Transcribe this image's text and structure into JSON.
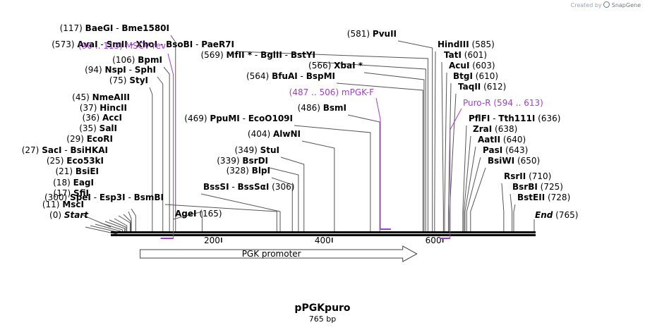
{
  "credit": {
    "prefix": "Created by",
    "brand": "SnapGene"
  },
  "title": "pPGKpuro",
  "length_label": "765 bp",
  "colors": {
    "primer": "#a23ccf",
    "line": "#555555",
    "backbone": "#000000"
  },
  "scale_ticks": [
    "200",
    "400",
    "600"
  ],
  "features": [
    {
      "label": "PGK promoter",
      "start": 53,
      "end": 553,
      "direction": "forward"
    }
  ],
  "primers": [
    {
      "name": "MSCV-rev",
      "range": "(90 .. 113)",
      "start": 90,
      "end": 113
    },
    {
      "name": "mPGK-F",
      "range": "(487 .. 506)",
      "start": 487,
      "end": 506
    },
    {
      "name": "Puro-R",
      "range": "(594 .. 613)",
      "start": 594,
      "end": 613
    }
  ],
  "sites": [
    {
      "group": "(0)",
      "names": [
        "Start"
      ],
      "pos": 0
    },
    {
      "group": "(11)",
      "names": [
        "MscI"
      ],
      "pos": 11
    },
    {
      "group": "(17)",
      "names": [
        "SfiI"
      ],
      "pos": 17
    },
    {
      "group": "(18)",
      "names": [
        "EagI"
      ],
      "pos": 18
    },
    {
      "group": "(21)",
      "names": [
        "BsiEI"
      ],
      "pos": 21
    },
    {
      "group": "(25)",
      "names": [
        "Eco53kI"
      ],
      "pos": 25
    },
    {
      "group": "(27)",
      "names": [
        "SacI",
        "BsiHKAI"
      ],
      "pos": 27
    },
    {
      "group": "(29)",
      "names": [
        "EcoRI"
      ],
      "pos": 29
    },
    {
      "group": "(35)",
      "names": [
        "SalI"
      ],
      "pos": 35
    },
    {
      "group": "(36)",
      "names": [
        "AccI"
      ],
      "pos": 36
    },
    {
      "group": "(37)",
      "names": [
        "HincII"
      ],
      "pos": 37
    },
    {
      "group": "(45)",
      "names": [
        "NmeAIII"
      ],
      "pos": 45
    },
    {
      "group": "(75)",
      "names": [
        "StyI"
      ],
      "pos": 75
    },
    {
      "group": "(94)",
      "names": [
        "NspI",
        "SphI"
      ],
      "pos": 94
    },
    {
      "group": "(106)",
      "names": [
        "BpmI"
      ],
      "pos": 106
    },
    {
      "group": "(117)",
      "names": [
        "BaeGI",
        "Bme1580I"
      ],
      "pos": 117
    },
    {
      "group": "(165)",
      "names": [
        "AgeI"
      ],
      "pos": 165
    },
    {
      "group": "(300)",
      "names": [
        "SpeI",
        "Esp3I",
        "BsmBI"
      ],
      "pos": 300
    },
    {
      "group": "(306)",
      "names": [
        "BssSI",
        "BssSαI"
      ],
      "pos": 306
    },
    {
      "group": "(328)",
      "names": [
        "BlpI"
      ],
      "pos": 328
    },
    {
      "group": "(339)",
      "names": [
        "BsrDI"
      ],
      "pos": 339
    },
    {
      "group": "(349)",
      "names": [
        "StuI"
      ],
      "pos": 349
    },
    {
      "group": "(404)",
      "names": [
        "AlwNI"
      ],
      "pos": 404
    },
    {
      "group": "(469)",
      "names": [
        "PpuMI",
        "EcoO109I"
      ],
      "pos": 469
    },
    {
      "group": "(486)",
      "names": [
        "BsmI"
      ],
      "pos": 486
    },
    {
      "group": "(564)",
      "names": [
        "BfuAI",
        "BspMI"
      ],
      "pos": 564
    },
    {
      "group": "(566)",
      "names": [
        "XbaI *"
      ],
      "pos": 566
    },
    {
      "group": "(569)",
      "names": [
        "MfII *",
        "BglII",
        "BstYI"
      ],
      "pos": 569
    },
    {
      "group": "(573)",
      "names": [
        "AvaI",
        "SmII",
        "XhoI",
        "BsoBI",
        "PaeR7I"
      ],
      "pos": 573
    },
    {
      "group": "(581)",
      "names": [
        "PvuII"
      ],
      "pos": 581
    },
    {
      "group": "(585)",
      "names": [
        "HindIII"
      ],
      "pos": 585
    },
    {
      "group": "(601)",
      "names": [
        "TatI"
      ],
      "pos": 601
    },
    {
      "group": "(603)",
      "names": [
        "AcuI"
      ],
      "pos": 603
    },
    {
      "group": "(610)",
      "names": [
        "BtgI"
      ],
      "pos": 610
    },
    {
      "group": "(612)",
      "names": [
        "TaqII"
      ],
      "pos": 612
    },
    {
      "group": "(636)",
      "names": [
        "PflFI",
        "Tth111I"
      ],
      "pos": 636
    },
    {
      "group": "(638)",
      "names": [
        "ZraI"
      ],
      "pos": 638
    },
    {
      "group": "(640)",
      "names": [
        "AatII"
      ],
      "pos": 640
    },
    {
      "group": "(643)",
      "names": [
        "PasI"
      ],
      "pos": 643
    },
    {
      "group": "(650)",
      "names": [
        "BsiWI"
      ],
      "pos": 650
    },
    {
      "group": "(710)",
      "names": [
        "RsrII"
      ],
      "pos": 710
    },
    {
      "group": "(725)",
      "names": [
        "BsrBI"
      ],
      "pos": 725
    },
    {
      "group": "(728)",
      "names": [
        "BstEII"
      ],
      "pos": 728
    },
    {
      "group": "(765)",
      "names": [
        "End"
      ],
      "pos": 765
    }
  ]
}
